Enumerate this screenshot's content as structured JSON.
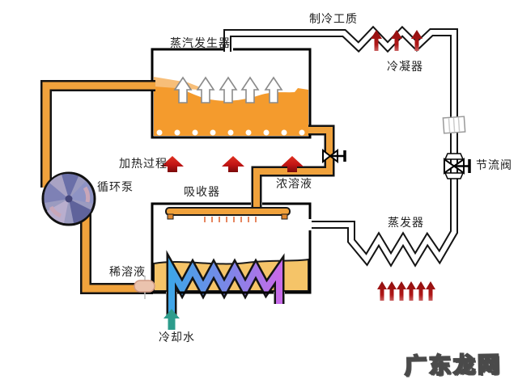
{
  "diagram": {
    "type": "absorption-refrigeration-cycle-schematic",
    "labels": {
      "refrigerant": "制冷工质",
      "steam_generator": "蒸汽发生器",
      "condenser": "冷凝器",
      "throttle_valve": "节流阀",
      "heating_process": "加热过程",
      "circulation_pump": "循环泵",
      "absorber": "吸收器",
      "concentrated_solution": "浓溶液",
      "evaporator": "蒸发器",
      "dilute_solution": "稀溶液",
      "cooling_water": "冷却水"
    },
    "watermark": "广东龙网",
    "colors": {
      "solution_pipe_orange": "#F0A23C",
      "generator_liquid_orange": "#F49B2D",
      "absorber_liquid_yellow": "#F5C468",
      "heating_arrow_red": "#D42818",
      "heat_flow_dark_red": "#A81414",
      "cooling_water_teal": "#2D9C8C",
      "coil_blue": "#3FA5E8",
      "coil_purple": "#C76BE8",
      "pump_body_blue": "#9B9BC0",
      "pipe_outline": "#000000"
    },
    "flow_arrows": {
      "steam_arrows": {
        "count": 5,
        "direction": "up",
        "color": "white"
      },
      "heating_arrows": {
        "count": 3,
        "direction": "up",
        "color": "red"
      },
      "condenser_heat_arrows": {
        "count": 3,
        "direction": "up",
        "color": "dark-red"
      },
      "evaporator_heat_arrows": {
        "count": 6,
        "direction": "up",
        "color": "dark-red"
      },
      "cooling_water_arrow": {
        "count": 1,
        "direction": "up",
        "color": "teal"
      }
    }
  }
}
